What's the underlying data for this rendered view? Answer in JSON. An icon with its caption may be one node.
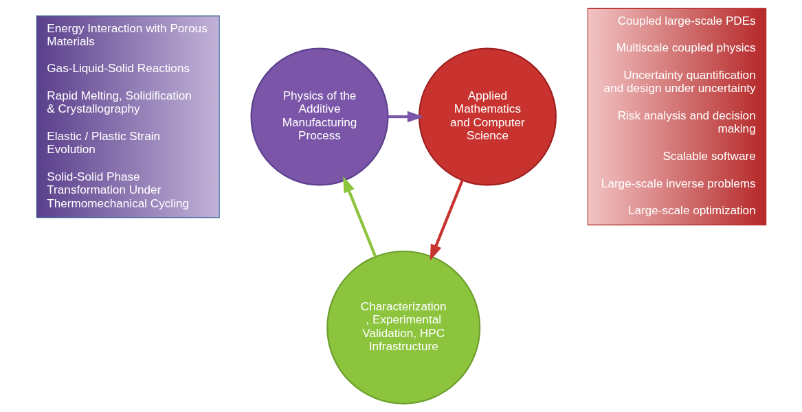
{
  "diagram": {
    "nodes": [
      {
        "text": [
          "Energy Interaction with Porous Materials",
          "Gas-Liquid-Solid Reactions",
          "Rapid Melting, Solidification & Crystallography",
          "Elastic / Plastic Strain Evolution",
          "Solid-Solid Phase Transformation Under Thermomechanical Cycling"
        ]
      },
      {
        "text": [
          "Physics of the Additive Manufacturing Process"
        ]
      },
      {
        "text": [
          "Applied Mathematics and Computer Science"
        ]
      },
      {
        "text": [
          "Characterization, Experimental Validation, HPC Infrastructure"
        ]
      },
      {
        "text": [
          "Coupled large-scale PDEs",
          "Multiscale coupled physics",
          "Uncertainty quantification and design under uncertainty",
          "Risk analysis and decision making",
          "Scalable software",
          "Large-scale inverse problems",
          "Large-scale optimization"
        ]
      }
    ],
    "edges": [
      {
        "from": 1,
        "to": 2,
        "arrow": "to",
        "color": "#7a55a8"
      },
      {
        "from": 2,
        "to": 3,
        "arrow": "to",
        "color": "#c8332f"
      },
      {
        "from": 3,
        "to": 1,
        "arrow": "to",
        "color": "#8cc43e"
      }
    ]
  }
}
